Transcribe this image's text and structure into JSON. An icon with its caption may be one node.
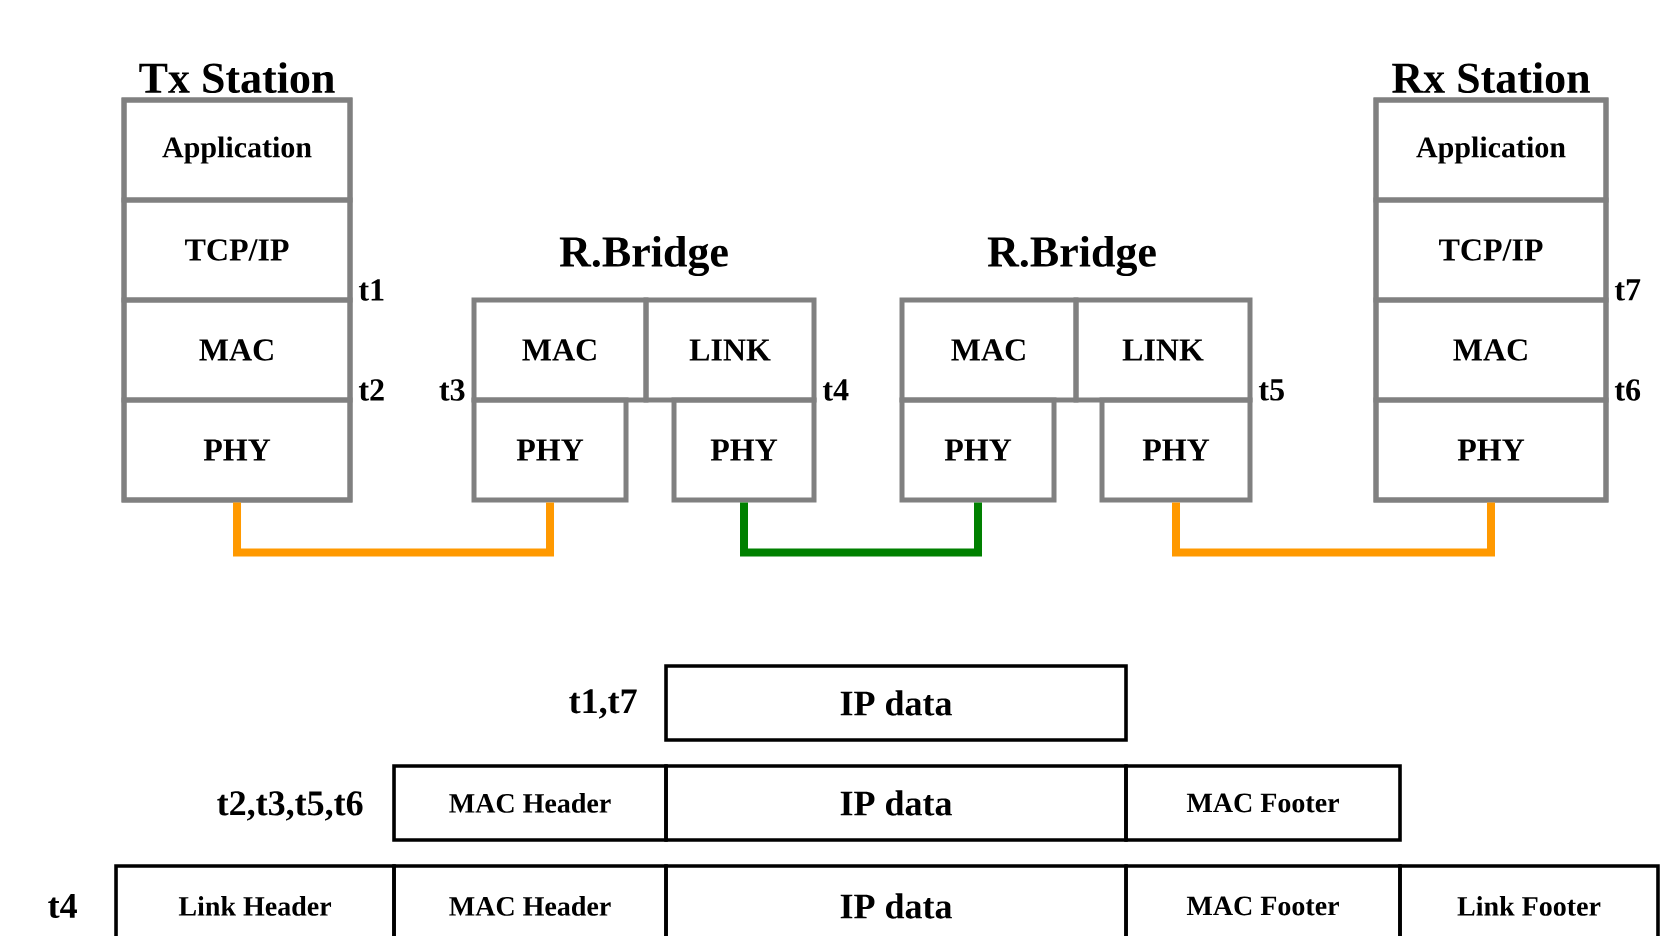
{
  "diagram": {
    "nodes": [
      {
        "text": [
          "Tx Station"
        ]
      },
      {
        "text": [
          "Application"
        ],
        "in": 0
      },
      {
        "text": [
          "TCP/IP"
        ],
        "in": 0
      },
      {
        "text": [
          "MAC"
        ],
        "in": 0
      },
      {
        "text": [
          "PHY"
        ],
        "in": 0
      },
      {
        "text": [
          "MAC"
        ]
      },
      {
        "text": [
          "LINK"
        ]
      },
      {
        "text": [
          "PHY"
        ]
      },
      {
        "text": [
          "PHY"
        ]
      },
      {
        "text": [
          "MAC"
        ]
      },
      {
        "text": [
          "LINK"
        ]
      },
      {
        "text": [
          "PHY"
        ]
      },
      {
        "text": [
          "PHY"
        ]
      },
      {
        "text": [
          "Rx Station"
        ]
      },
      {
        "text": [
          "Application"
        ],
        "in": 13
      },
      {
        "text": [
          "TCP/IP"
        ],
        "in": 13
      },
      {
        "text": [
          "MAC"
        ],
        "in": 13
      },
      {
        "text": [
          "PHY"
        ],
        "in": 13
      }
    ],
    "edges": [
      {
        "from": 4,
        "to": 7,
        "arrow": "none"
      },
      {
        "from": 8,
        "to": 11,
        "arrow": "none",
        "color": "#008000"
      },
      {
        "from": 12,
        "to": 17,
        "arrow": "none"
      }
    ],
    "labels": [
      "R.Bridge",
      "R.Bridge",
      "t1",
      "t7",
      "t2",
      "t3",
      "t4",
      "t5",
      "t6",
      "t1,t7",
      "IP data",
      "t2,t3,t5,t6",
      "MAC Header",
      "IP data",
      "MAC Footer",
      "t4",
      "Link Header",
      "MAC Header",
      "IP data",
      "MAC Footer",
      "Link Footer"
    ]
  }
}
